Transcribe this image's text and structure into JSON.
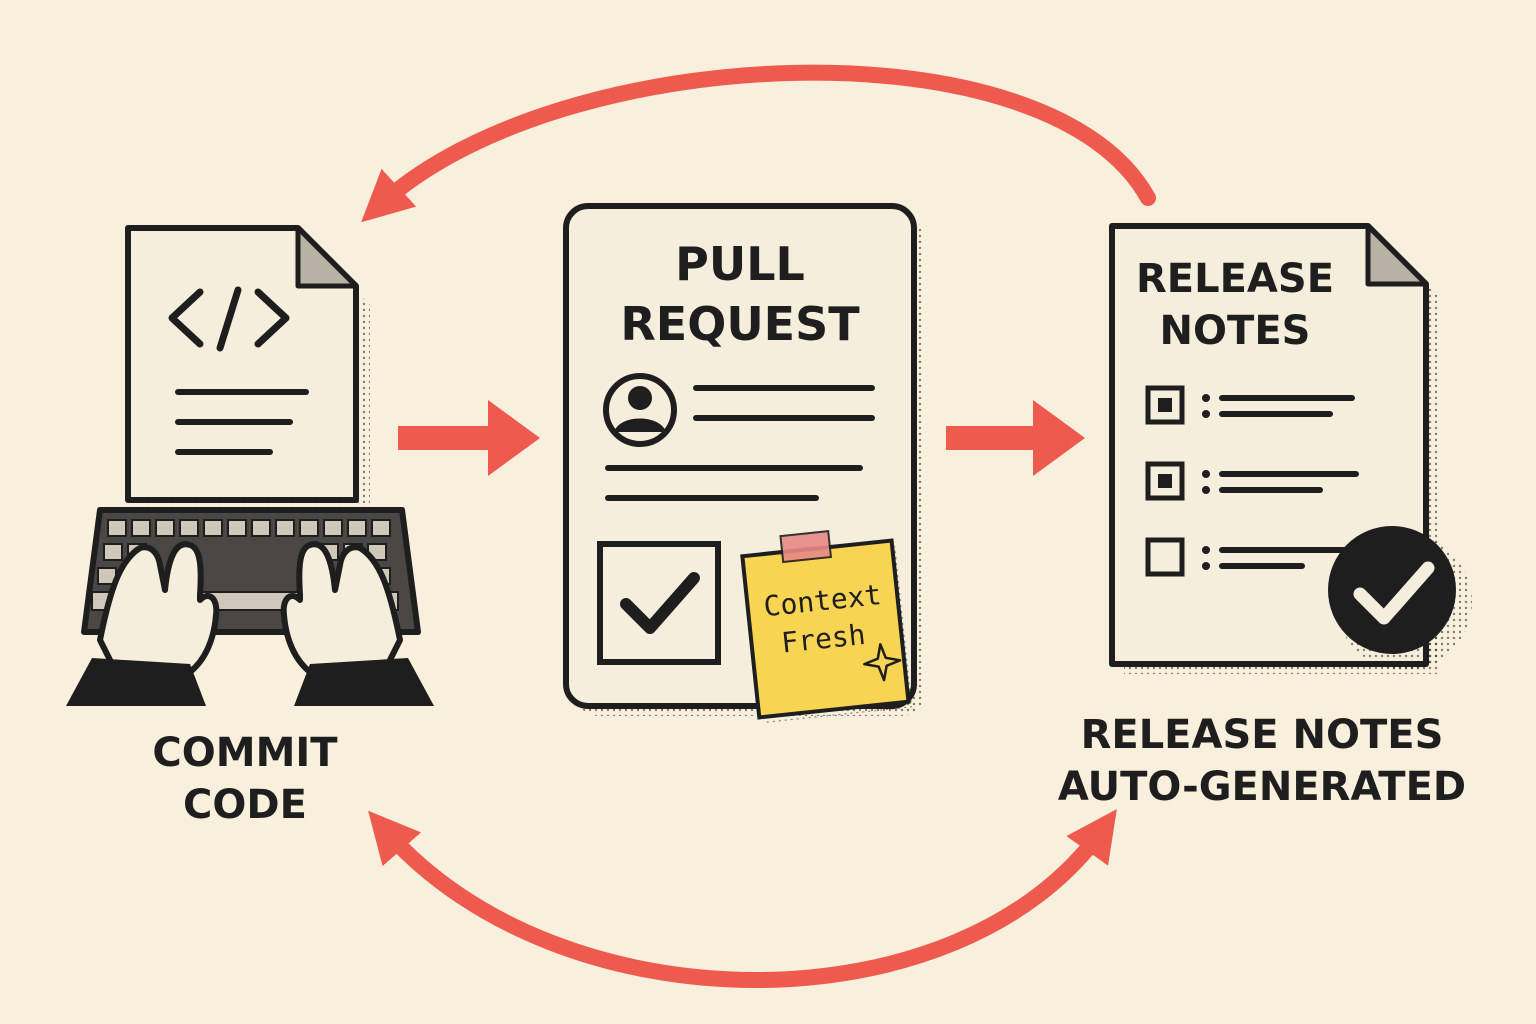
{
  "steps": {
    "commit": {
      "line1": "COMMIT",
      "line2": "CODE"
    },
    "pull_request": {
      "line1": "PULL",
      "line2": "REQUEST"
    },
    "release_doc": {
      "line1": "RELEASE",
      "line2": "NOTES"
    },
    "release_caption": {
      "line1": "RELEASE NOTES",
      "line2": "AUTO-GENERATED"
    }
  },
  "sticky_note": {
    "line1": "Context",
    "line2": "Fresh"
  },
  "colors": {
    "background": "#f8efdc",
    "arrow": "#ef5a4e",
    "ink": "#1e1e1e",
    "paper": "#f6eedd",
    "sticky": "#f7d451",
    "tape": "#e88a86"
  },
  "icons": [
    "code-brackets-icon",
    "keyboard-icon",
    "hands-icon",
    "avatar-icon",
    "checkmark-icon",
    "sparkle-icon",
    "check-badge-icon"
  ]
}
